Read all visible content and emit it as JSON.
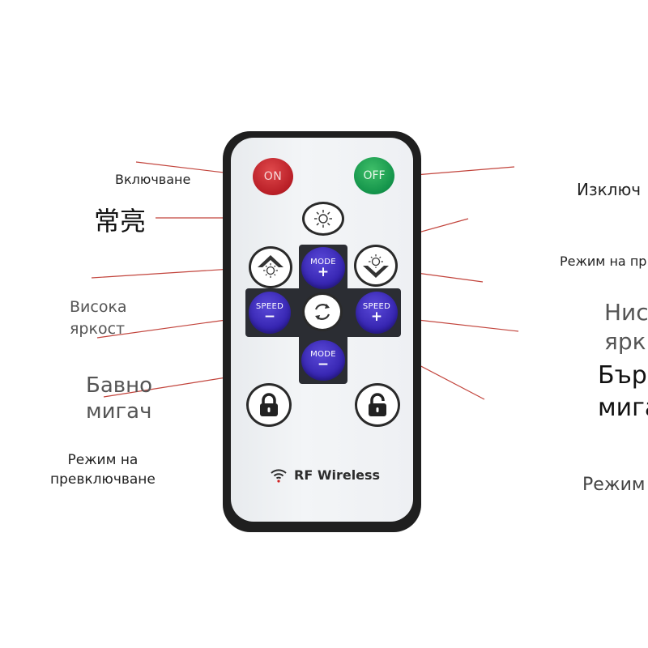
{
  "labels": {
    "on": "Включване",
    "steady": "常亮",
    "off": "Изключ",
    "high_brightness": "Висока\nяркост",
    "slow_blink": "Бавно\nмигач",
    "switch_mode": "Режим на\nпревключване",
    "mode_right": "Режим на пр",
    "low_brightness": "Нис\nярк",
    "fast_blink": "Бър\nмига",
    "mode_right_bottom": "Режим"
  },
  "remote": {
    "on_label": "ON",
    "off_label": "OFF",
    "mode_label": "MODE",
    "speed_label": "SPEED",
    "plus": "+",
    "minus": "−",
    "brand": "RF Wireless"
  },
  "colors": {
    "on": "#c0242b",
    "off": "#17964c",
    "blue": "#3a29b8",
    "callout_line": "#c0392b"
  },
  "icons": [
    "sun-icon",
    "brightness-up-icon",
    "brightness-down-icon",
    "cycle-icon",
    "lock-icon",
    "unlock-icon",
    "wifi-icon"
  ]
}
